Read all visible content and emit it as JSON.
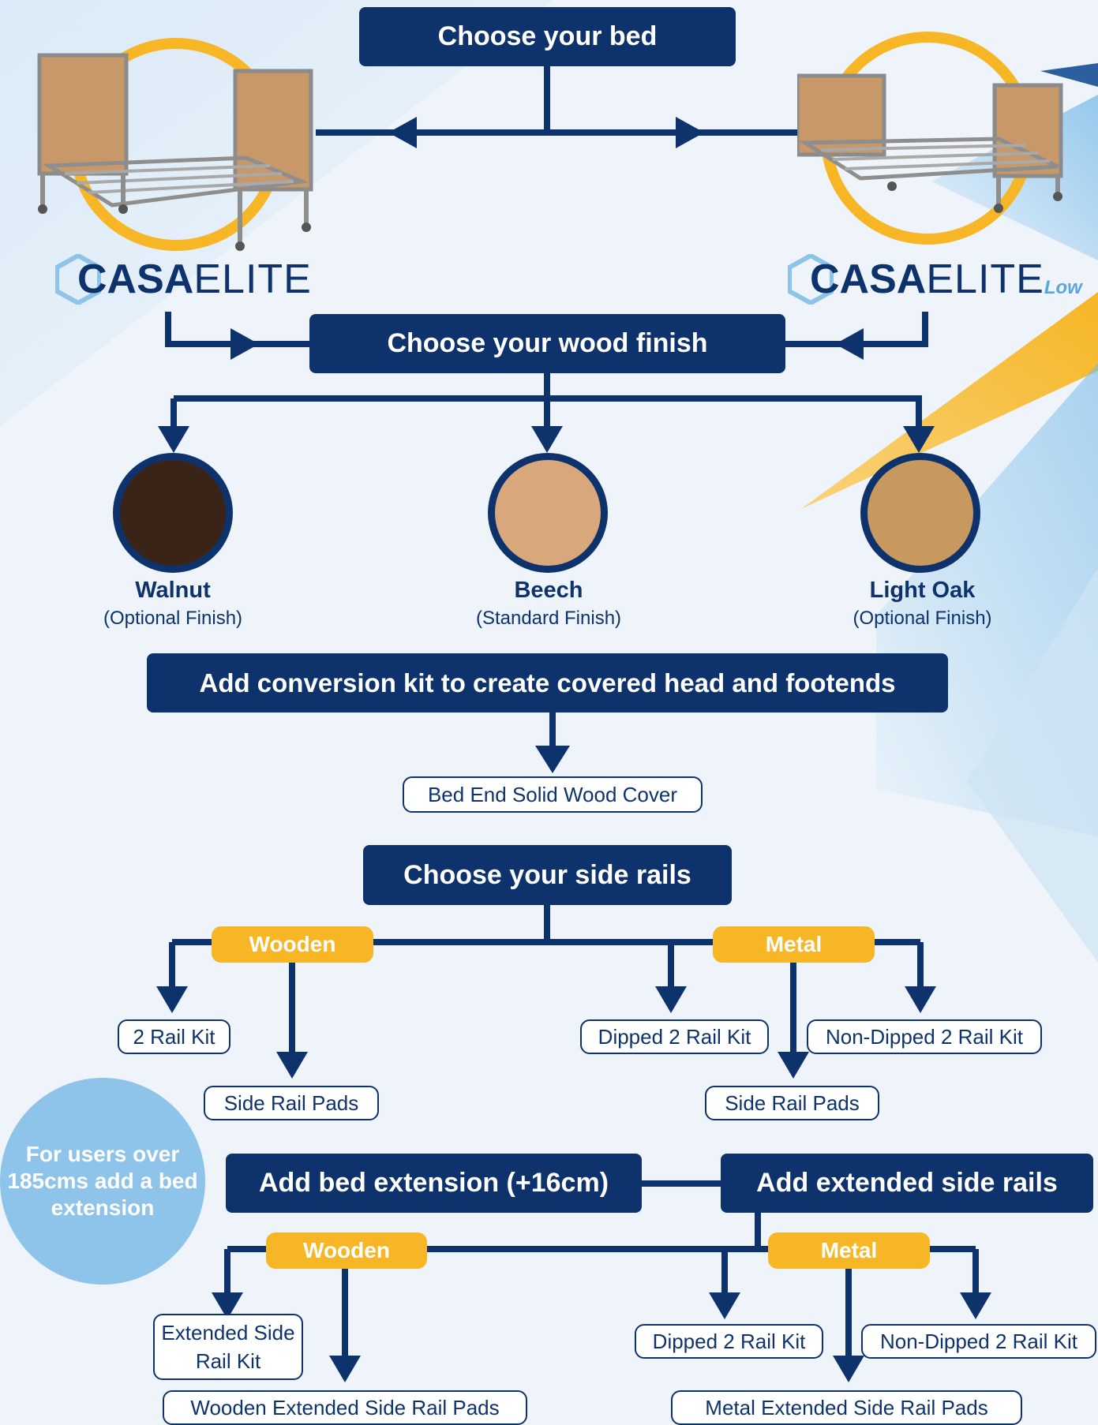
{
  "colors": {
    "navy": "#0e336c",
    "gold": "#f6b625",
    "light_blue": "#8ec3ea"
  },
  "steps": {
    "bed": "Choose your bed",
    "wood": "Choose your wood finish",
    "conversion": "Add conversion kit to create covered head and footends",
    "side_rails": "Choose your side rails",
    "extension": "Add bed extension (+16cm)",
    "extended_rails": "Add extended side rails"
  },
  "beds": {
    "left": {
      "brand_bold": "CASA",
      "brand_light": "ELITE",
      "suffix": ""
    },
    "right": {
      "brand_bold": "CASA",
      "brand_light": "ELITE",
      "suffix": "Low"
    }
  },
  "finishes": [
    {
      "name": "Walnut",
      "note": "(Optional Finish)",
      "color": "#3a2418"
    },
    {
      "name": "Beech",
      "note": "(Standard Finish)",
      "color": "#d9a77c"
    },
    {
      "name": "Light Oak",
      "note": "(Optional Finish)",
      "color": "#c8995e"
    }
  ],
  "conversion_option": "Bed End Solid Wood Cover",
  "side_rails": {
    "wooden_label": "Wooden",
    "metal_label": "Metal",
    "wooden_options": [
      "2 Rail Kit",
      "Side Rail Pads"
    ],
    "metal_options": [
      "Dipped 2 Rail Kit",
      "Non-Dipped 2 Rail Kit",
      "Side Rail Pads"
    ]
  },
  "callout": "For users over 185cms add a bed extension",
  "extended_rails": {
    "wooden_label": "Wooden",
    "metal_label": "Metal",
    "wooden_options": [
      "Extended Side Rail Kit",
      "Wooden Extended Side Rail Pads"
    ],
    "metal_options": [
      "Dipped 2 Rail Kit",
      "Non-Dipped 2 Rail Kit",
      "Metal Extended Side Rail Pads"
    ]
  }
}
